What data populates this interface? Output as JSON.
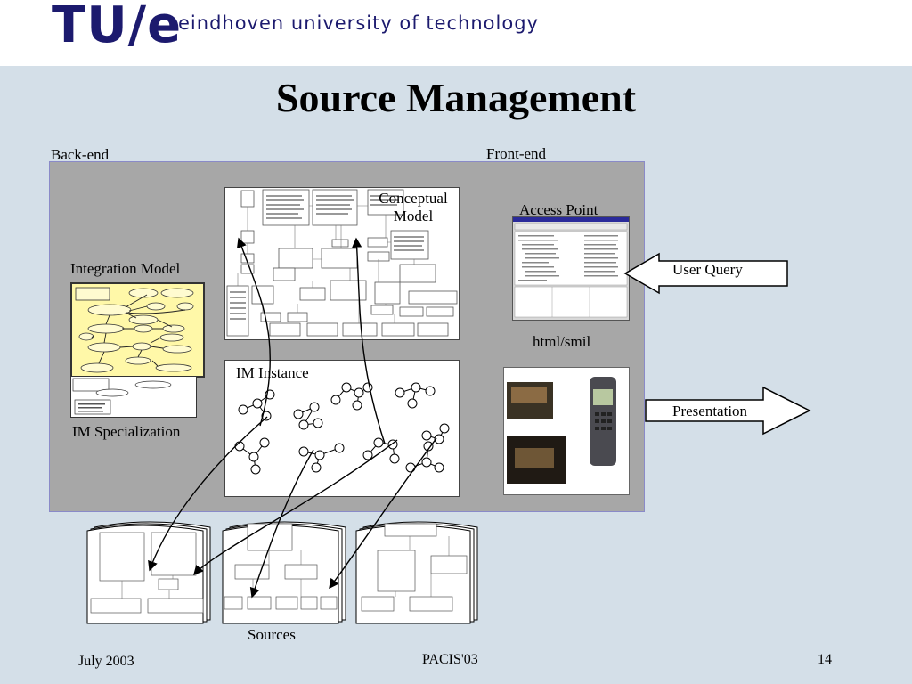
{
  "header": {
    "logo": "TU/e",
    "university": "eindhoven university of technology"
  },
  "slide": {
    "title": "Source Management"
  },
  "diagram": {
    "backend_label": "Back-end",
    "frontend_label": "Front-end",
    "conceptual_model_label": "Conceptual\nModel",
    "integration_model_label": "Integration Model",
    "im_specialization_label": "IM Specialization",
    "im_instance_label": "IM Instance",
    "access_point_label": "Access Point",
    "html_smil_label": "html/smil",
    "user_query_label": "User Query",
    "presentation_label": "Presentation",
    "sources_label": "Sources"
  },
  "footer": {
    "date": "July 2003",
    "venue": "PACIS'03",
    "page": "14"
  },
  "colors": {
    "brand": "#1c1a6e",
    "background": "#d4dfe8",
    "panel": "#a7a7a7",
    "integration_bg": "#fff8a8"
  }
}
